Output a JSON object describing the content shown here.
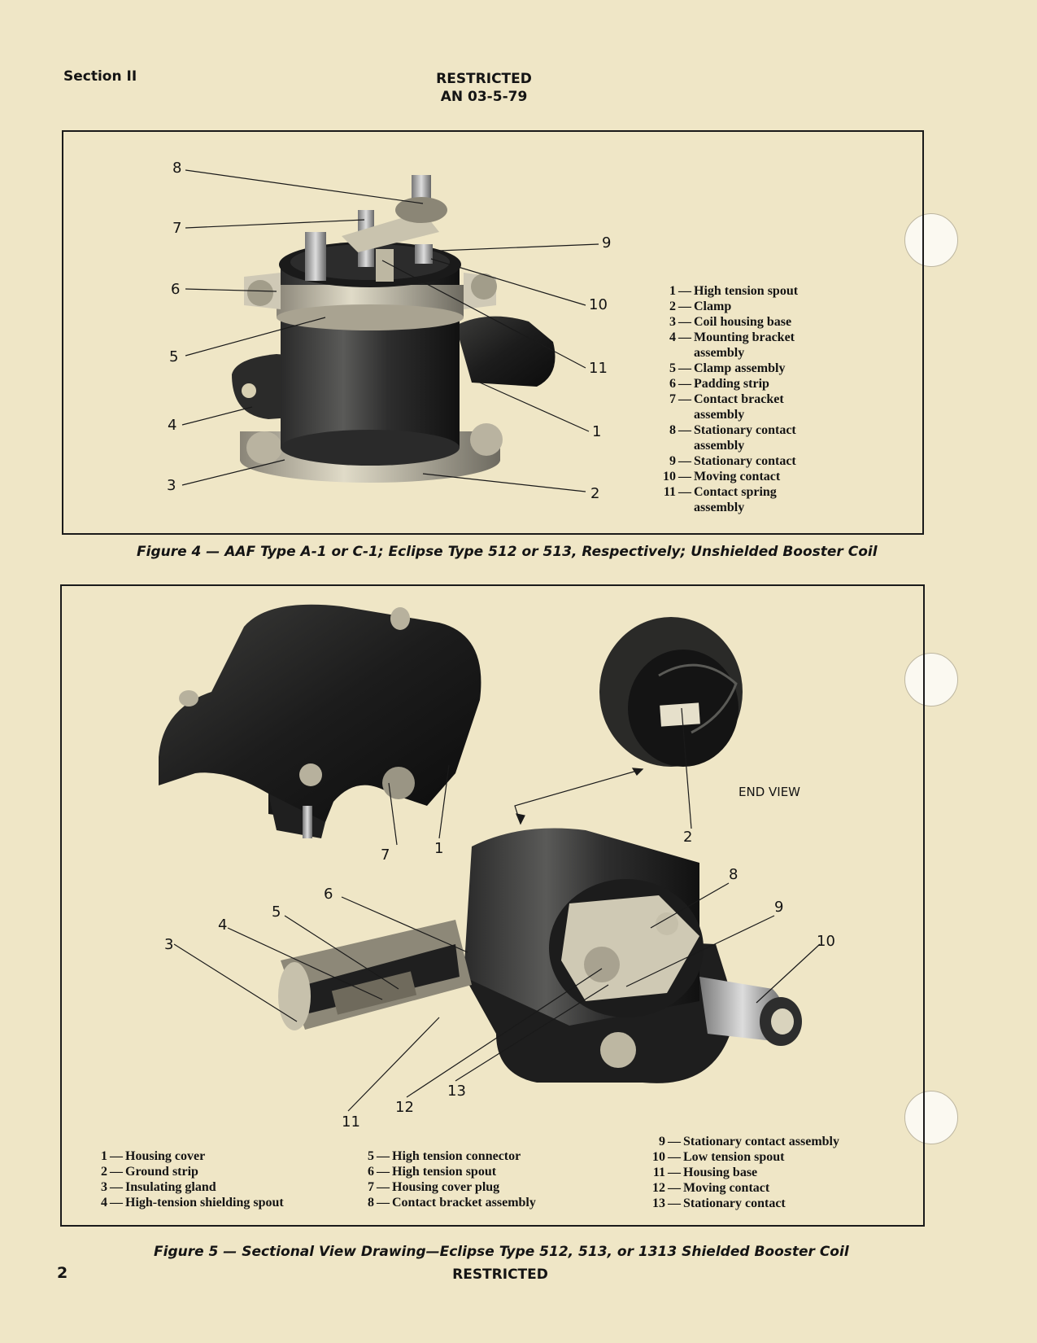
{
  "header": {
    "section": "Section II",
    "classification": "RESTRICTED",
    "doc_number": "AN 03-5-79"
  },
  "figure4": {
    "caption": "Figure 4 — AAF Type A-1 or C-1; Eclipse Type 512 or 513, Respectively; Unshielded Booster Coil",
    "callouts": [
      "8",
      "7",
      "6",
      "5",
      "4",
      "3",
      "9",
      "10",
      "11",
      "1",
      "2"
    ],
    "legend": [
      {
        "num": "1",
        "text": "High tension spout"
      },
      {
        "num": "2",
        "text": "Clamp"
      },
      {
        "num": "3",
        "text": "Coil housing base"
      },
      {
        "num": "4",
        "text": "Mounting bracket assembly"
      },
      {
        "num": "5",
        "text": "Clamp assembly"
      },
      {
        "num": "6",
        "text": "Padding strip"
      },
      {
        "num": "7",
        "text": "Contact bracket assembly"
      },
      {
        "num": "8",
        "text": "Stationary contact assembly"
      },
      {
        "num": "9",
        "text": "Stationary contact"
      },
      {
        "num": "10",
        "text": "Moving contact"
      },
      {
        "num": "11",
        "text": "Contact spring assembly"
      }
    ]
  },
  "figure5": {
    "caption": "Figure 5 — Sectional View Drawing—Eclipse Type 512, 513, or 1313 Shielded Booster Coil",
    "end_view_label": "END VIEW",
    "callouts": [
      "7",
      "1",
      "2",
      "8",
      "9",
      "10",
      "6",
      "5",
      "4",
      "3",
      "13",
      "12",
      "11"
    ],
    "legend_col1": [
      {
        "num": "1",
        "text": "Housing cover"
      },
      {
        "num": "2",
        "text": "Ground strip"
      },
      {
        "num": "3",
        "text": "Insulating gland"
      },
      {
        "num": "4",
        "text": "High-tension shielding spout"
      }
    ],
    "legend_col2": [
      {
        "num": "5",
        "text": "High tension connector"
      },
      {
        "num": "6",
        "text": "High tension spout"
      },
      {
        "num": "7",
        "text": "Housing cover plug"
      },
      {
        "num": "8",
        "text": "Contact bracket assembly"
      }
    ],
    "legend_col3": [
      {
        "num": "9",
        "text": "Stationary contact assembly"
      },
      {
        "num": "10",
        "text": "Low tension spout"
      },
      {
        "num": "11",
        "text": "Housing base"
      },
      {
        "num": "12",
        "text": "Moving contact"
      },
      {
        "num": "13",
        "text": "Stationary contact"
      }
    ]
  },
  "footer": {
    "page_number": "2",
    "classification": "RESTRICTED"
  }
}
